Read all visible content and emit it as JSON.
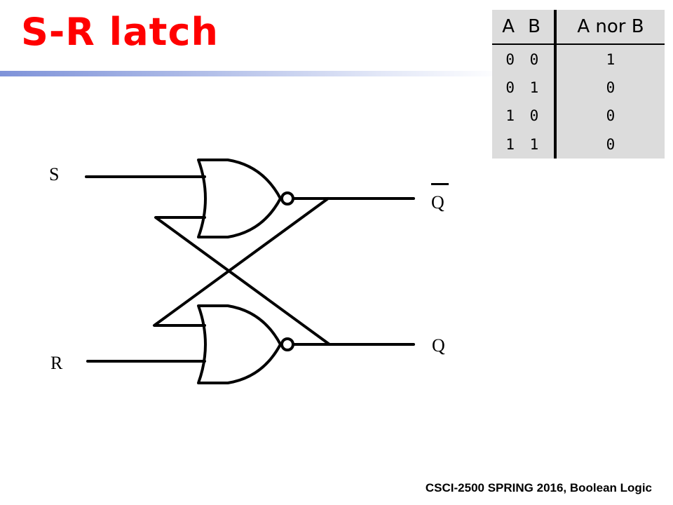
{
  "slide": {
    "title": "S-R latch",
    "footer": "CSCI-2500 SPRING 2016, Boolean Logic"
  },
  "truth_table": {
    "headers": [
      "A",
      "B",
      "A nor B"
    ],
    "rows": [
      [
        "0",
        "0",
        "1"
      ],
      [
        "0",
        "1",
        "0"
      ],
      [
        "1",
        "0",
        "0"
      ],
      [
        "1",
        "1",
        "0"
      ]
    ]
  },
  "circuit": {
    "gate_type": "NOR",
    "input_top": "S",
    "input_bottom": "R",
    "output_top": "Q",
    "output_top_overbar": true,
    "output_bottom": "Q"
  },
  "colors": {
    "title": "#ff0000",
    "table_background": "#dcdcdc",
    "title_bar_start": "#7f93d9",
    "line": "#000000"
  }
}
